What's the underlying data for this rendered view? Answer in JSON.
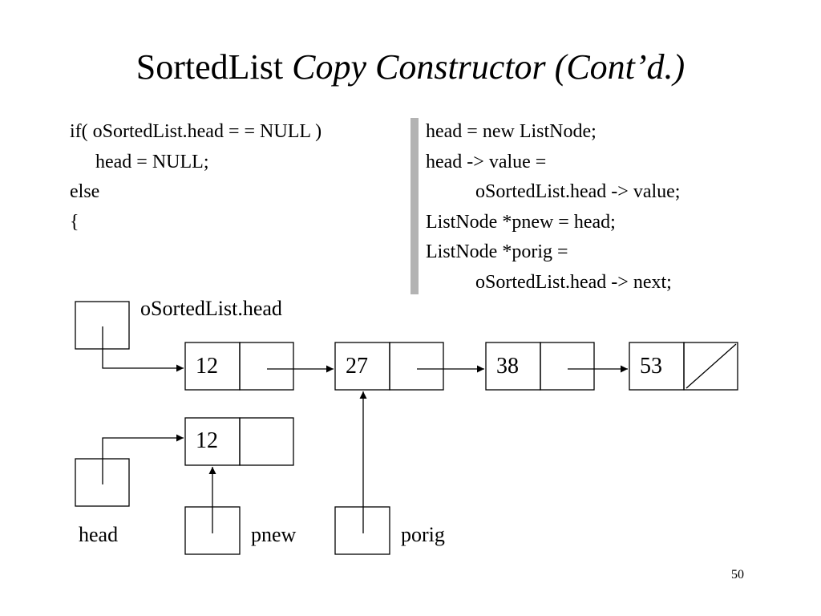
{
  "slide": {
    "title_plain": "SortedList ",
    "title_italic": "Copy Constructor (Cont’d.)",
    "page_number": "50"
  },
  "code_left": [
    "if( oSortedList.head = = NULL )",
    "head = NULL;",
    "else",
    "{"
  ],
  "code_right": [
    "head = new  ListNode;",
    "head -> value =",
    "oSortedList.head -> value;",
    "ListNode  *pnew = head;",
    "ListNode  *porig =",
    "oSortedList.head -> next;"
  ],
  "diagram": {
    "source_head_label": "oSortedList.head",
    "source_list": [
      "12",
      "27",
      "38",
      "53"
    ],
    "copy_list": [
      "12"
    ],
    "pointer_labels": {
      "head": "head",
      "pnew": "pnew",
      "porig": "porig"
    }
  }
}
